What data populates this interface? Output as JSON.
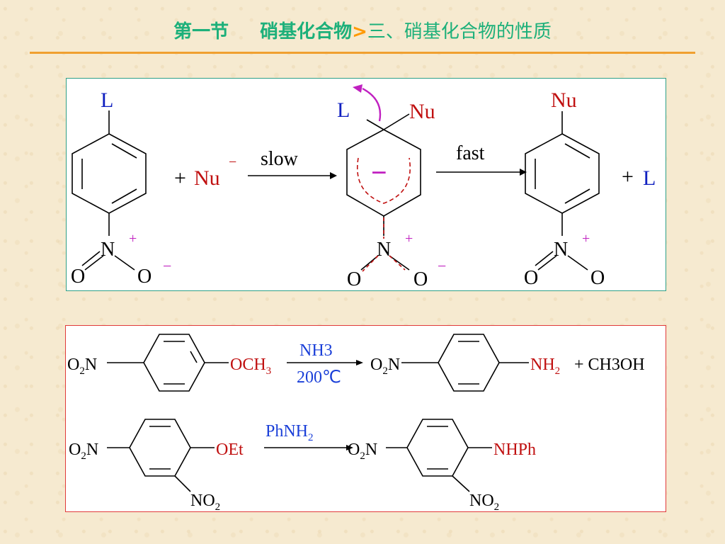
{
  "title": {
    "section": "第一节",
    "chapter": "硝基化合物",
    "separator": ">",
    "topic": "三、硝基化合物的性质"
  },
  "mechanism": {
    "reactant_leaving": "L",
    "plus": "+",
    "nucleophile": "Nu",
    "minus": "−",
    "nitro_N": "N",
    "nitro_O": "O",
    "nitro_plus": "+",
    "step1_label": "slow",
    "step2_label": "fast",
    "intermediate_L": "L",
    "intermediate_Nu": "Nu",
    "ring_charge": "−",
    "product_Nu": "Nu",
    "product_L": "L"
  },
  "examples": {
    "r1_left_group": "O",
    "r1_left_sub": "2",
    "r1_left_N": "N",
    "r1_substituent": "OCH",
    "r1_substituent_sub": "3",
    "r1_reagent_top": "NH3",
    "r1_reagent_bottom": "200℃",
    "r1_product_group": "NH",
    "r1_product_sub": "2",
    "r1_byproduct": "+ CH3OH",
    "r2_substituent": "OEt",
    "r2_nitro2": "NO",
    "r2_nitro2_sub": "2",
    "r2_reagent_top": "PhNH",
    "r2_reagent_sub": "2",
    "r2_product_group": "NHPh"
  },
  "colors": {
    "title_green": "#1db07a",
    "separator_orange": "#ff9900",
    "leaving_group_blue": "#1020c0",
    "nucleophile_red": "#c01010",
    "charge_magenta": "#c020c0",
    "reagent_blue": "#1a3fd8"
  }
}
